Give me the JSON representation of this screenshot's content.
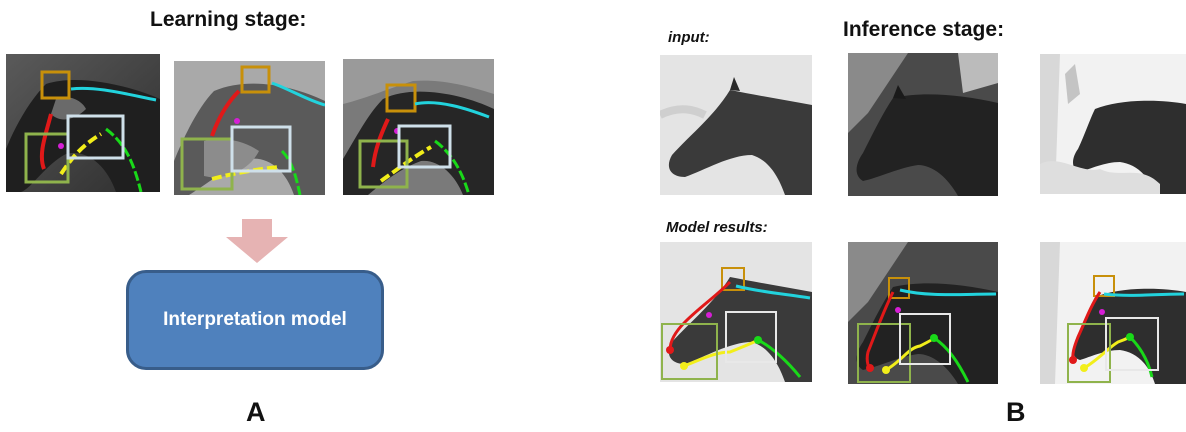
{
  "panel_a": {
    "heading": "Learning stage:",
    "model_label": "Interpretation model",
    "letter": "A"
  },
  "panel_b": {
    "heading": "Inference stage:",
    "input_label": "input:",
    "results_label": "Model results:",
    "letter": "B"
  },
  "annotation_colors": {
    "eye_box": "#c8900a",
    "mane_line": "#22d3dd",
    "face_line": "#e01919",
    "mouth_line": "#f2ee1a",
    "neck_line": "#19d919",
    "nose_box": "#8fb34c",
    "cheek_box": "#cfe0ea",
    "dot": "#d61ed6"
  },
  "arrow_color": "#e6b3b3",
  "model_box_color": "#4f81bd"
}
